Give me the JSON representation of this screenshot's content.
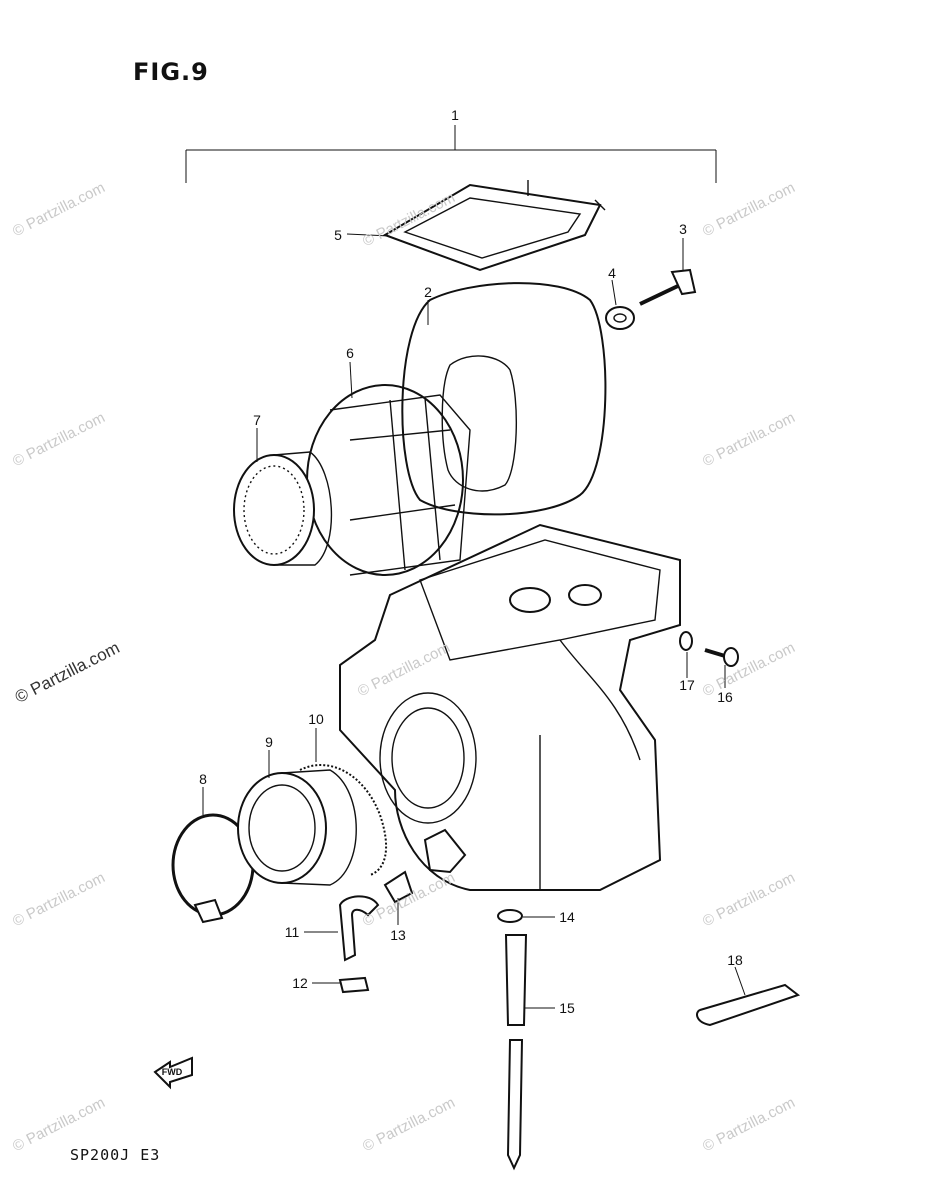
{
  "figure": {
    "title": "FIG.9",
    "code": "SP200J  E3"
  },
  "watermark": {
    "text": "© Partzilla.com"
  },
  "callouts": [
    {
      "id": "1",
      "label": "1"
    },
    {
      "id": "2",
      "label": "2"
    },
    {
      "id": "3",
      "label": "3"
    },
    {
      "id": "4",
      "label": "4"
    },
    {
      "id": "5",
      "label": "5"
    },
    {
      "id": "6",
      "label": "6"
    },
    {
      "id": "7",
      "label": "7"
    },
    {
      "id": "8",
      "label": "8"
    },
    {
      "id": "9",
      "label": "9"
    },
    {
      "id": "10",
      "label": "10"
    },
    {
      "id": "11",
      "label": "11"
    },
    {
      "id": "12",
      "label": "12"
    },
    {
      "id": "13",
      "label": "13"
    },
    {
      "id": "14",
      "label": "14"
    },
    {
      "id": "15",
      "label": "15"
    },
    {
      "id": "16",
      "label": "16"
    },
    {
      "id": "17",
      "label": "17"
    },
    {
      "id": "18",
      "label": "18"
    }
  ],
  "direction_arrow": {
    "text": "FWD"
  }
}
